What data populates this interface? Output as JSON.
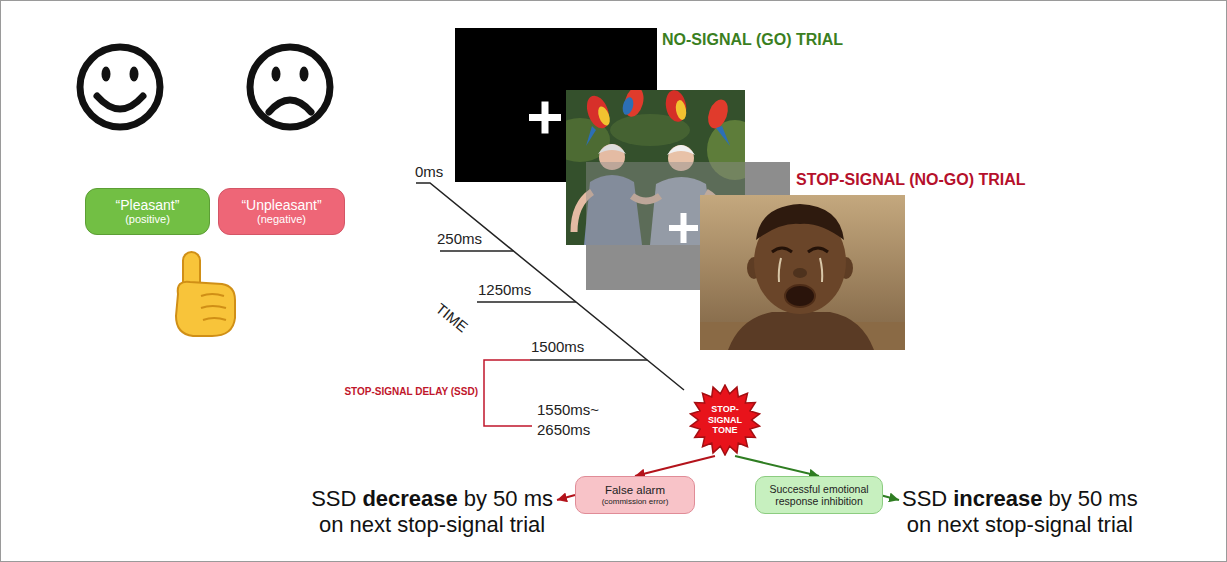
{
  "diagram": {
    "nodes": [
      {
        "text": [
          "“Pleasant”",
          "(positive)"
        ]
      },
      {
        "text": [
          "“Unpleasant”",
          "(negative)"
        ]
      },
      {
        "text": [
          "STOP-SIGNAL TONE"
        ]
      },
      {
        "text": [
          "False alarm",
          "(commission error)"
        ]
      },
      {
        "text": [
          "Successful emotional response inhibition"
        ]
      }
    ],
    "edges": [
      {
        "from": 2,
        "to": 3,
        "arrow": "to"
      },
      {
        "from": 2,
        "to": 4,
        "arrow": "to"
      }
    ],
    "labels": [
      "NO-SIGNAL (GO) TRIAL",
      "STOP-SIGNAL (NO-GO) TRIAL",
      "0ms",
      "250ms",
      "1250ms",
      "TIME",
      "1500ms",
      "STOP-SIGNAL DELAY (SSD)",
      "1550ms~ 2650ms",
      "SSD",
      "decrease",
      "by 50 ms",
      "on next stop-signal trial",
      "SSD",
      "increase",
      "by 50 ms",
      "on next stop-signal trial"
    ]
  }
}
